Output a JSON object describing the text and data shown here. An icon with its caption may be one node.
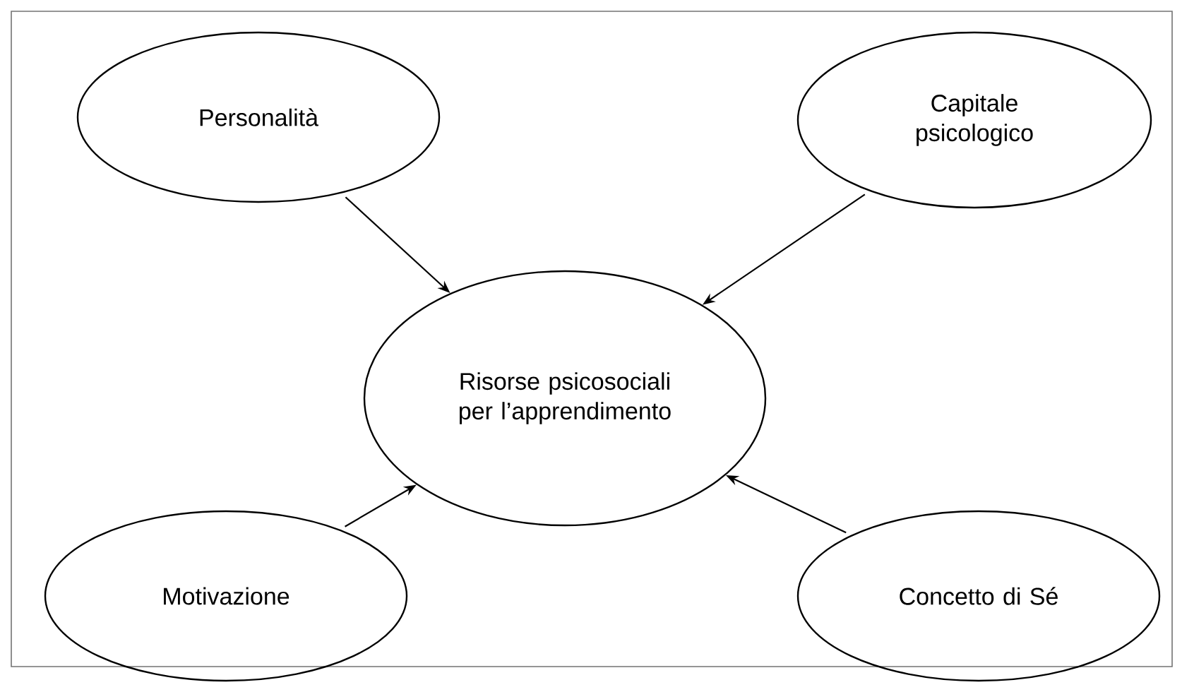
{
  "diagram": {
    "nodes": [
      {
        "text": [
          "Personalità"
        ]
      },
      {
        "text": [
          "Capitale psicologico"
        ]
      },
      {
        "text": [
          "Risorse psicosociali per l’apprendimento"
        ]
      },
      {
        "text": [
          "Motivazione"
        ]
      },
      {
        "text": [
          "Concetto di Sé"
        ]
      }
    ],
    "edges": [
      {
        "from": 0,
        "to": 2,
        "arrow": "to"
      },
      {
        "from": 1,
        "to": 2,
        "arrow": "to"
      },
      {
        "from": 3,
        "to": 2,
        "arrow": "to"
      },
      {
        "from": 4,
        "to": 2,
        "arrow": "to"
      }
    ]
  }
}
